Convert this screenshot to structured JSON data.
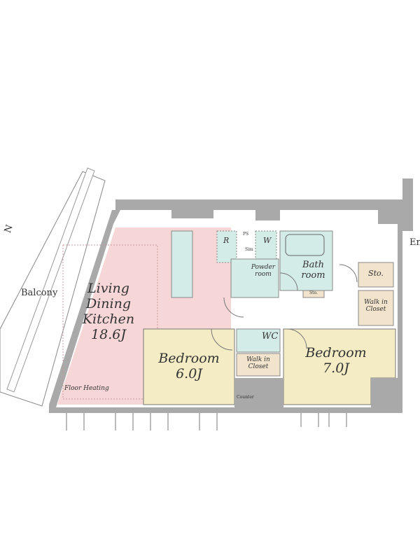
{
  "compass": "N",
  "balcony": "Balcony",
  "ldk": {
    "line1": "Living",
    "line2": "Dining",
    "line3": "Kitchen",
    "size": "18.6J",
    "note": "Floor Heating"
  },
  "bedroom1": {
    "name": "Bedroom",
    "size": "6.0J"
  },
  "bedroom2": {
    "name": "Bedroom",
    "size": "7.0J"
  },
  "wc": "WC",
  "walk_in_closet_1": {
    "line1": "Walk in",
    "line2": "Closet"
  },
  "walk_in_closet_2": {
    "line1": "Walk in",
    "line2": "Closet"
  },
  "storage": "Sto.",
  "storage_small": "Sto.",
  "bath": {
    "line1": "Bath",
    "line2": "room"
  },
  "powder": {
    "line1": "Powder",
    "line2": "room"
  },
  "refrigerator": "R",
  "washer": "W",
  "ps": "PS",
  "sim": "Sim",
  "counter": "Counter",
  "entrance": "En",
  "colors": {
    "wall": "#a9a9a9",
    "ldk": "#f6d6d6",
    "bedroom": "#f4ecc4",
    "wet": "#d4ece8",
    "storage": "#f1e3cc"
  }
}
